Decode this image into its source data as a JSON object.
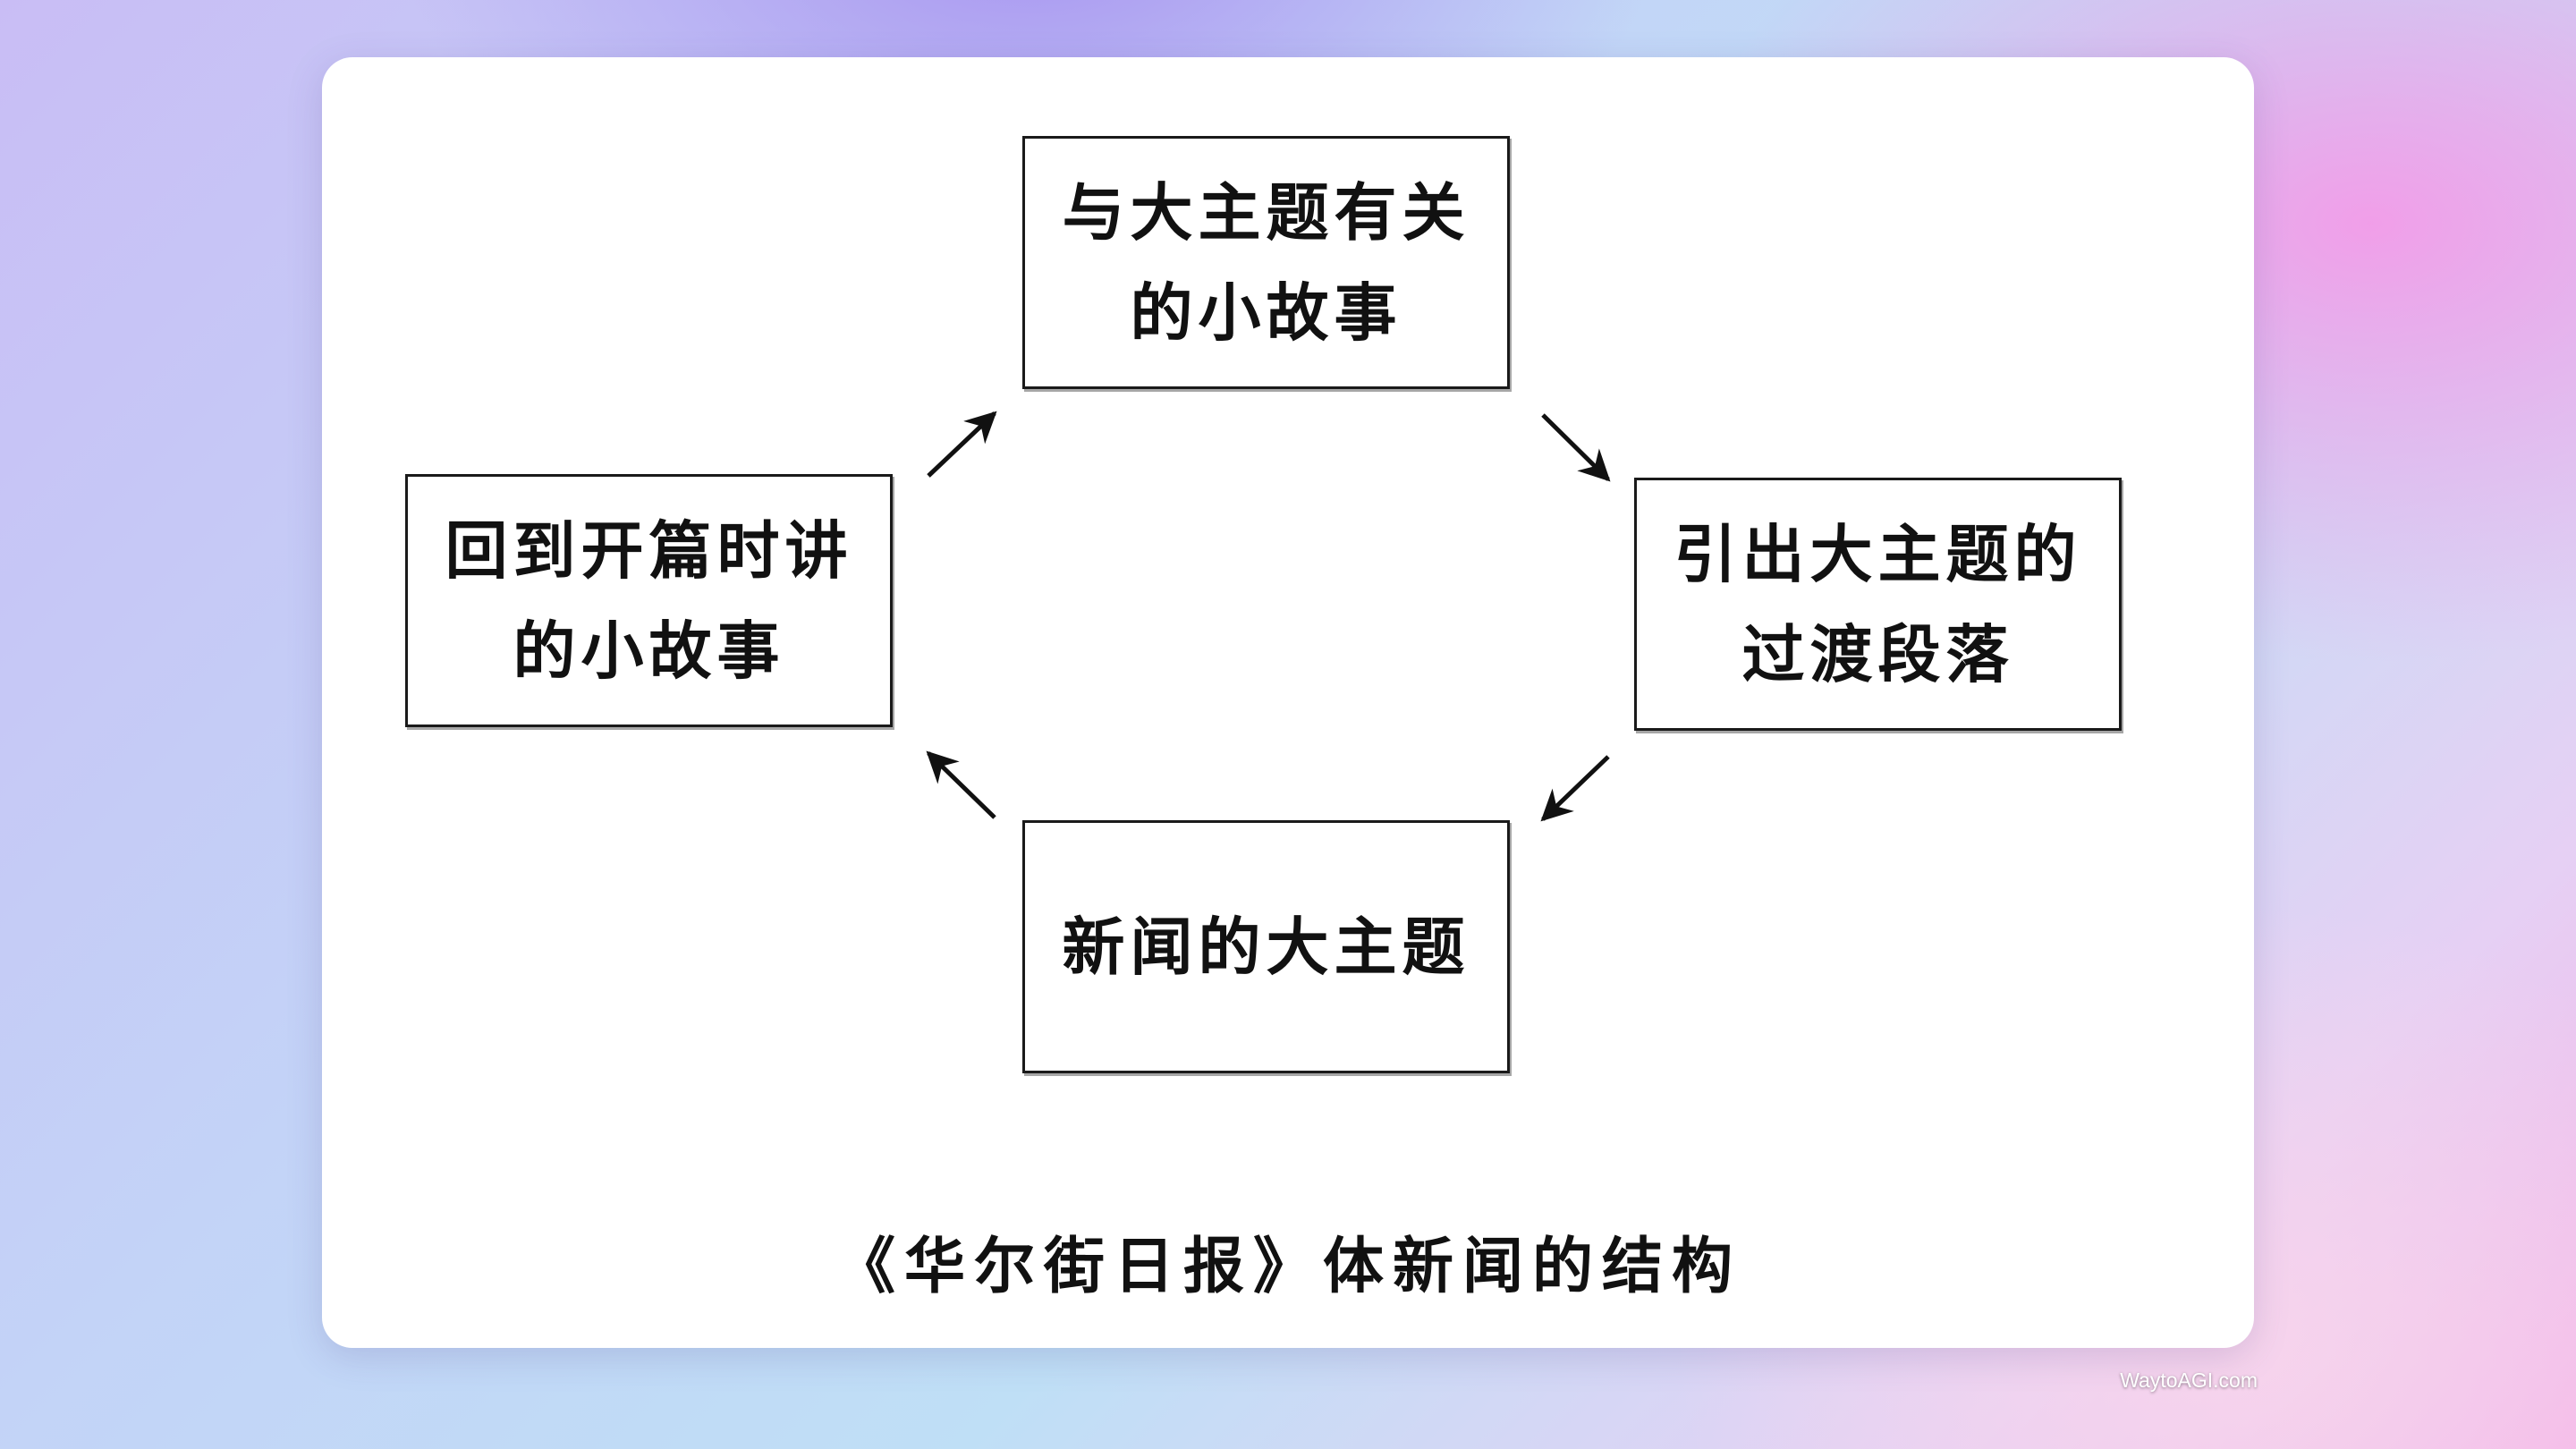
{
  "diagram": {
    "nodes": [
      {
        "id": "top",
        "text": "与大主题有关的小故事"
      },
      {
        "id": "right",
        "text": "引出大主题的过渡段落"
      },
      {
        "id": "bottom",
        "text": "新闻的大主题"
      },
      {
        "id": "left",
        "text": "回到开篇时讲的小故事"
      }
    ],
    "edges": [
      {
        "from": "top",
        "to": "right"
      },
      {
        "from": "right",
        "to": "bottom"
      },
      {
        "from": "bottom",
        "to": "left"
      },
      {
        "from": "left",
        "to": "top"
      }
    ],
    "caption": "《华尔街日报》体新闻的结构"
  },
  "watermark": "WaytoAGI.com"
}
